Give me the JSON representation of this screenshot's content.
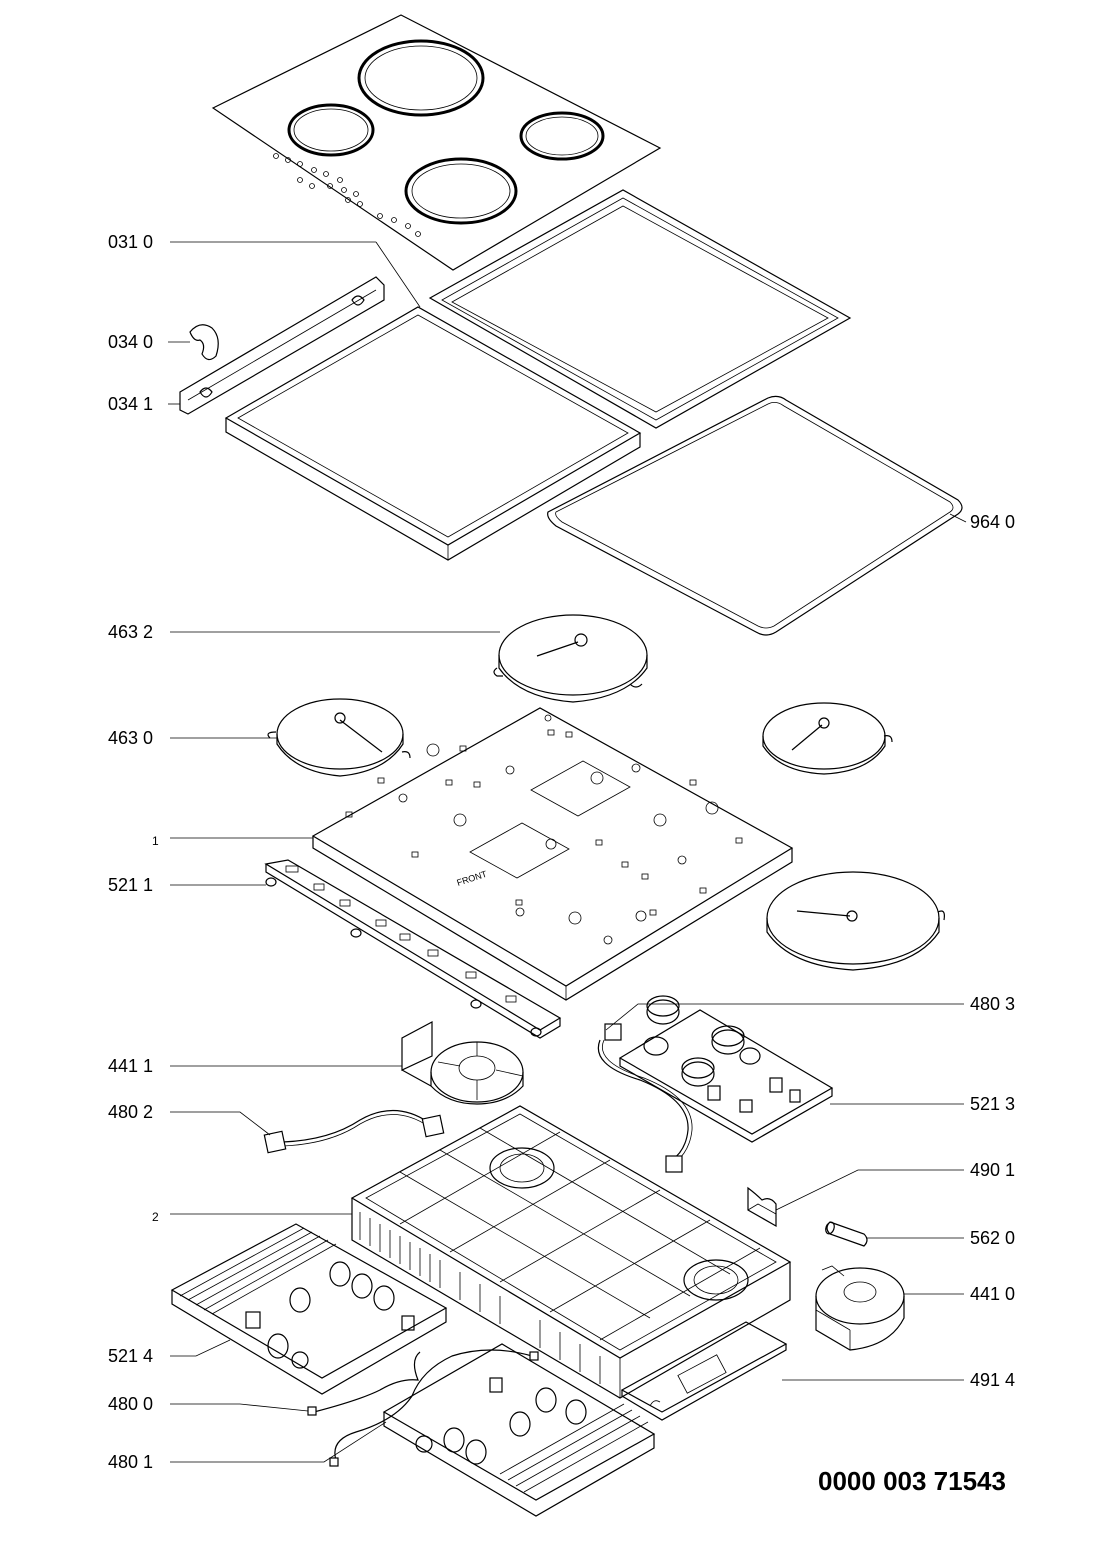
{
  "document_number": "0000 003 71543",
  "labels": [
    {
      "id": "031-0",
      "text": "031 0"
    },
    {
      "id": "034-0",
      "text": "034 0"
    },
    {
      "id": "034-1",
      "text": "034 1"
    },
    {
      "id": "964-0",
      "text": "964 0"
    },
    {
      "id": "463-2",
      "text": "463 2"
    },
    {
      "id": "463-0",
      "text": "463 0"
    },
    {
      "id": "1",
      "text": "1"
    },
    {
      "id": "521-1",
      "text": "521 1"
    },
    {
      "id": "480-3",
      "text": "480 3"
    },
    {
      "id": "441-1",
      "text": "441 1"
    },
    {
      "id": "521-3",
      "text": "521 3"
    },
    {
      "id": "480-2",
      "text": "480 2"
    },
    {
      "id": "490-1",
      "text": "490 1"
    },
    {
      "id": "2",
      "text": "2"
    },
    {
      "id": "562-0",
      "text": "562 0"
    },
    {
      "id": "441-0",
      "text": "441 0"
    },
    {
      "id": "521-4",
      "text": "521 4"
    },
    {
      "id": "491-4",
      "text": "491 4"
    },
    {
      "id": "480-0",
      "text": "480 0"
    },
    {
      "id": "480-1",
      "text": "480 1"
    }
  ],
  "drawing_texts": {
    "front_marking": "FRONT"
  }
}
